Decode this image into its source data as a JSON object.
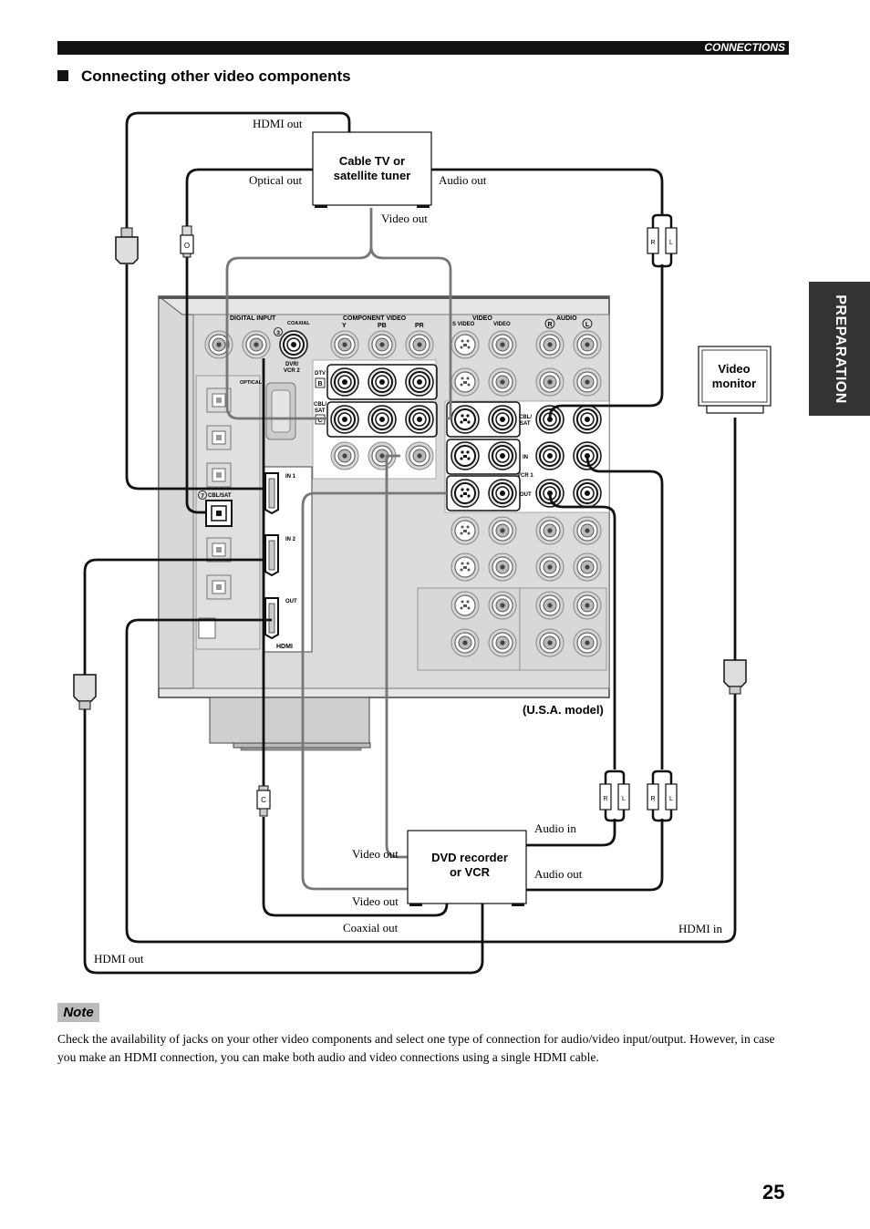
{
  "header": {
    "section": "CONNECTIONS"
  },
  "side_tab": {
    "label": "PREPARATION"
  },
  "title": "Connecting other video components",
  "devices": {
    "cable_tuner": [
      "Cable TV or",
      "satellite tuner"
    ],
    "video_monitor": [
      "Video",
      "monitor"
    ],
    "dvd_recorder": [
      "DVD recorder",
      "or VCR"
    ]
  },
  "model_label": "(U.S.A. model)",
  "labels": {
    "tuner_hdmi_out": "HDMI out",
    "tuner_optical_out": "Optical out",
    "tuner_audio_out": "Audio out",
    "tuner_video_out": "Video out",
    "dvd_audio_in": "Audio in",
    "dvd_video_out_1": "Video out",
    "dvd_audio_out": "Audio out",
    "dvd_video_out_2": "Video out",
    "dvd_coaxial_out": "Coaxial out",
    "monitor_hdmi_in": "HDMI in",
    "dvd_hdmi_out": "HDMI out"
  },
  "panel": {
    "digital_input": "DIGITAL INPUT",
    "coaxial": "COAXIAL",
    "optical": "OPTICAL",
    "component_video": "COMPONENT VIDEO",
    "y": "Y",
    "pb": "PB",
    "pr": "PR",
    "video": "VIDEO",
    "s_video": "S VIDEO",
    "video_sub": "VIDEO",
    "audio": "AUDIO",
    "r": "R",
    "l": "L",
    "num3": "3",
    "dvr_vcr2": [
      "DVR/",
      "VCR 2"
    ],
    "dtv": "DTV",
    "b": "B",
    "cbl_sat": [
      "CBL/",
      "SAT"
    ],
    "c": "C",
    "num7": "7",
    "cbl_sat_opt": "CBL/SAT",
    "in1": "IN 1",
    "in2": "IN 2",
    "out": "OUT",
    "hdmi": "HDMI",
    "cbl_sat_audio": [
      "CBL/",
      "SAT"
    ],
    "in_a": "IN",
    "vcr1": "VCR 1",
    "out_a": "OUT"
  },
  "plugs": {
    "o": "O",
    "c": "C",
    "r": "R",
    "l": "L"
  },
  "note": {
    "badge": "Note",
    "text": "Check the availability of jacks on your other video components and select one type of connection for audio/video input/output. However, in case you make an HDMI connection, you can make both audio and video connections using a single HDMI cable."
  },
  "page_number": "25"
}
